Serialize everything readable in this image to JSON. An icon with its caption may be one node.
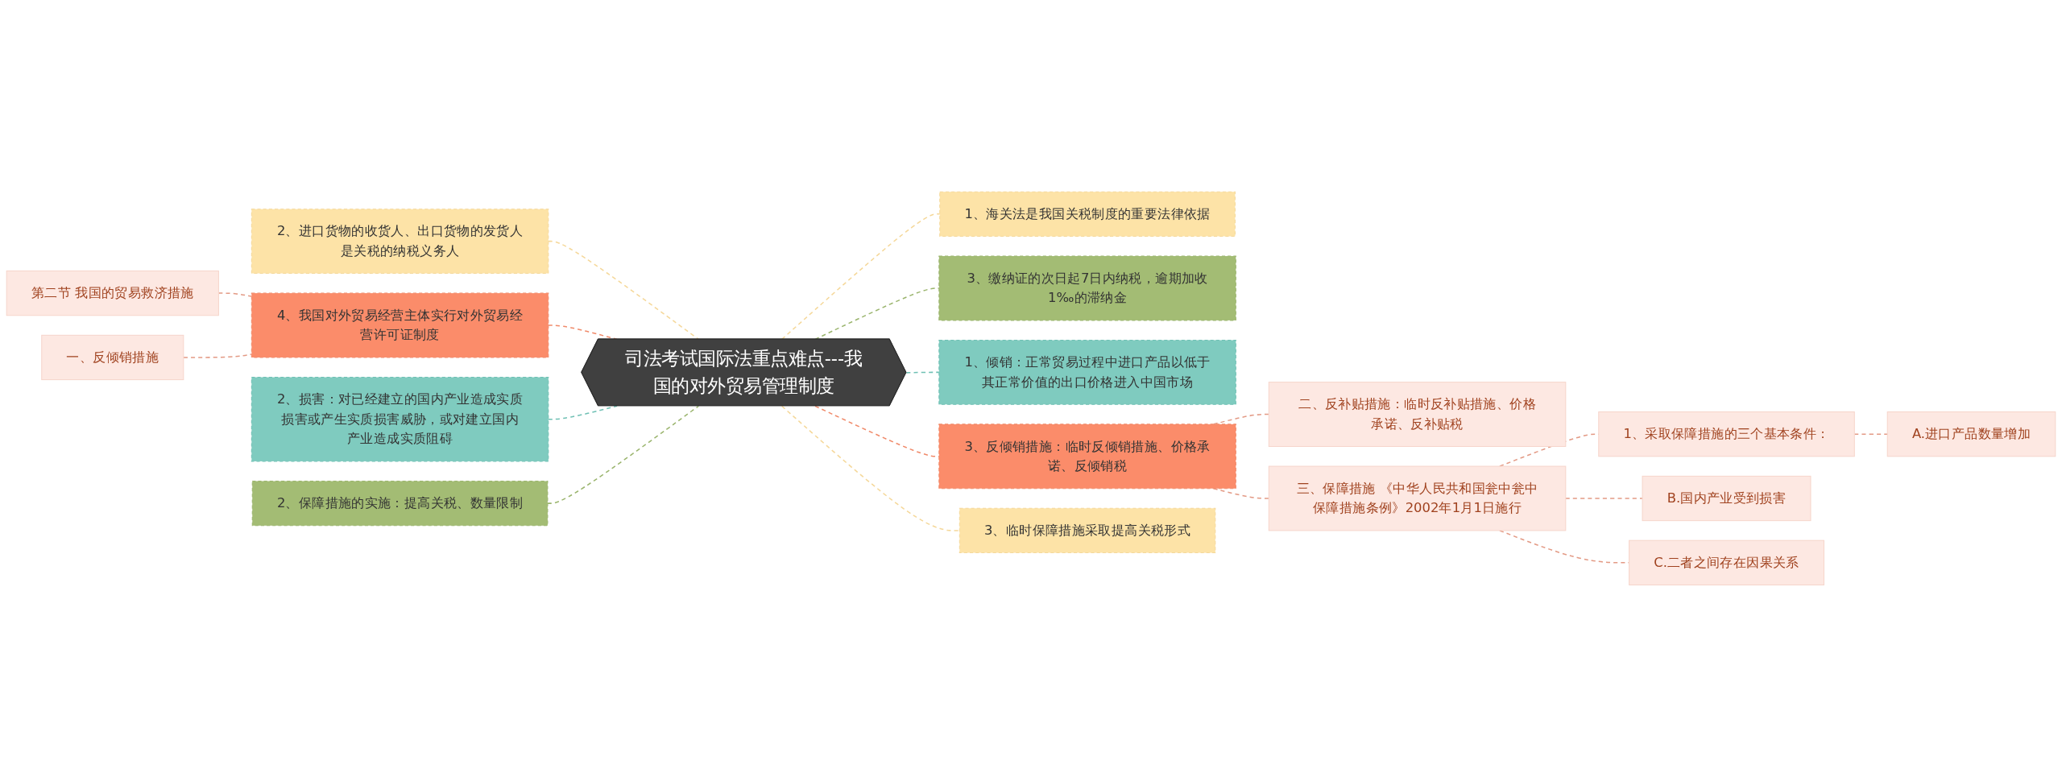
{
  "diagram": {
    "nodes": [
      {
        "text": [
          "司法考试国际法重点难点---我国的对外贸易管理制度"
        ]
      },
      {
        "text": [
          "2、进口货物的收货人、出口货物的发货人是关税的纳税义务人"
        ]
      },
      {
        "text": [
          "4、我国对外贸易经营主体实行对外贸易经营许可证制度"
        ]
      },
      {
        "text": [
          "第二节 我国的贸易救济措施"
        ]
      },
      {
        "text": [
          "一、反倾销措施"
        ]
      },
      {
        "text": [
          "2、损害：对已经建立的国内产业造成实质损害或产生实质损害威胁，或对建立国内产业造成实质阻碍"
        ]
      },
      {
        "text": [
          "2、保障措施的实施：提高关税、数量限制"
        ]
      },
      {
        "text": [
          "1、海关法是我国关税制度的重要法律依据"
        ]
      },
      {
        "text": [
          "3、缴纳证的次日起7日内纳税，逾期加收1‰的滞纳金"
        ]
      },
      {
        "text": [
          "1、倾销：正常贸易过程中进口产品以低于其正常价值的出口价格进入中国市场"
        ]
      },
      {
        "text": [
          "3、反倾销措施：临时反倾销措施、价格承诺、反倾销税"
        ]
      },
      {
        "text": [
          "二、反补贴措施：临时反补贴措施、价格承诺、反补贴税"
        ]
      },
      {
        "text": [
          "三、保障措施 《中华人民共和国瓮中瓮中保障措施条例》2002年1月1日施行"
        ]
      },
      {
        "text": [
          "1、采取保障措施的三个基本条件："
        ]
      },
      {
        "text": [
          "A.进口产品数量增加"
        ]
      },
      {
        "text": [
          "B.国内产业受到损害"
        ]
      },
      {
        "text": [
          "C.二者之间存在因果关系"
        ]
      },
      {
        "text": [
          "3、临时保障措施采取提高关税形式"
        ]
      }
    ],
    "edges": [
      {
        "from": 0,
        "to": 1,
        "arrow": "none",
        "style": "dashed",
        "color": "#f5d89a"
      },
      {
        "from": 0,
        "to": 2,
        "arrow": "none",
        "style": "dashed",
        "color": "#f08a6a"
      },
      {
        "from": 2,
        "to": 3,
        "arrow": "none",
        "style": "dashed"
      },
      {
        "from": 2,
        "to": 4,
        "arrow": "none",
        "style": "dashed"
      },
      {
        "from": 0,
        "to": 5,
        "arrow": "none",
        "style": "dashed",
        "color": "#6fc0b4"
      },
      {
        "from": 0,
        "to": 6,
        "arrow": "none",
        "style": "dashed",
        "color": "#9bb56e"
      },
      {
        "from": 0,
        "to": 7,
        "arrow": "none",
        "style": "dashed",
        "color": "#f5d89a"
      },
      {
        "from": 0,
        "to": 8,
        "arrow": "none",
        "style": "dashed",
        "color": "#9bb56e"
      },
      {
        "from": 0,
        "to": 9,
        "arrow": "none",
        "style": "dashed",
        "color": "#6fc0b4"
      },
      {
        "from": 0,
        "to": 10,
        "arrow": "none",
        "style": "dashed",
        "color": "#f08a6a"
      },
      {
        "from": 10,
        "to": 11,
        "arrow": "none",
        "style": "dashed"
      },
      {
        "from": 10,
        "to": 12,
        "arrow": "none",
        "style": "dashed"
      },
      {
        "from": 12,
        "to": 13,
        "arrow": "none",
        "style": "dashed"
      },
      {
        "from": 13,
        "to": 14,
        "arrow": "none",
        "style": "dashed"
      },
      {
        "from": 12,
        "to": 15,
        "arrow": "none",
        "style": "dashed"
      },
      {
        "from": 12,
        "to": 16,
        "arrow": "none",
        "style": "dashed"
      },
      {
        "from": 0,
        "to": 17,
        "arrow": "none",
        "style": "dashed",
        "color": "#f5d89a"
      }
    ]
  }
}
